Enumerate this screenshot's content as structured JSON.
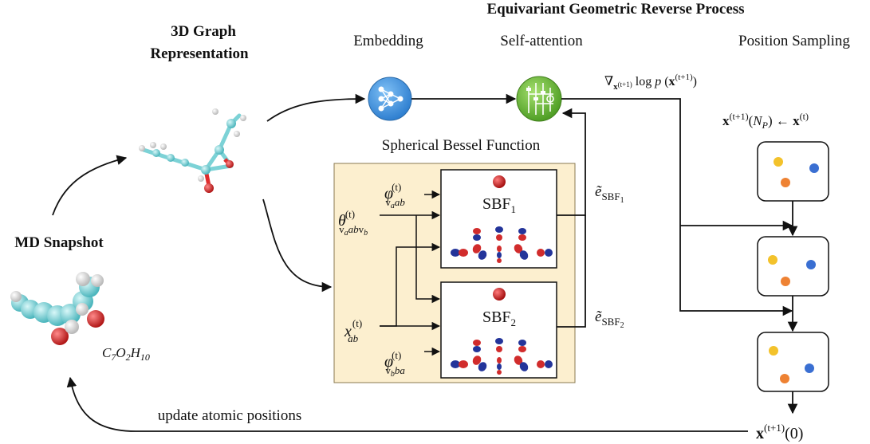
{
  "titles": {
    "main": "Equivariant Geometric Reverse Process",
    "graph_line1": "3D Graph",
    "graph_line2": "Representation",
    "md_snapshot": "MD Snapshot"
  },
  "stages": {
    "embedding": "Embedding",
    "self_attention": "Self-attention",
    "position_sampling": "Position Sampling",
    "spherical_bessel": "Spherical Bessel Function"
  },
  "formulas": {
    "molecule": "C7O2H10",
    "gradient": "∇x(t+1) log p (x(t+1))",
    "init": "x(t+1)(NP) ← x(t)",
    "output": "x(t+1)(0)",
    "e_sbf1": "ẽSBF1",
    "e_sbf2": "ẽSBF2",
    "phi_vaab": "φ(t) va ab",
    "theta": "θ(t) va ab vb",
    "x_ab": "x(t) ab",
    "phi_vbba": "φ(t) vb ba"
  },
  "sbf": {
    "box1": "SBF1",
    "box2": "SBF2"
  },
  "loop_label": "update atomic positions",
  "colors": {
    "embedding_node": "#3f8fdc",
    "attention_node": "#6bbf3a",
    "panel_fill": "#fcefcf",
    "red_lobe": "#d12c2c",
    "blue_lobe": "#23349a",
    "atom_yellow": "#f3c22b",
    "atom_orange": "#ee8233",
    "atom_blue": "#3a6fd2",
    "carbon": "#74d3d8",
    "oxygen": "#e02d2d",
    "hydrogen": "#f2f2f2"
  }
}
